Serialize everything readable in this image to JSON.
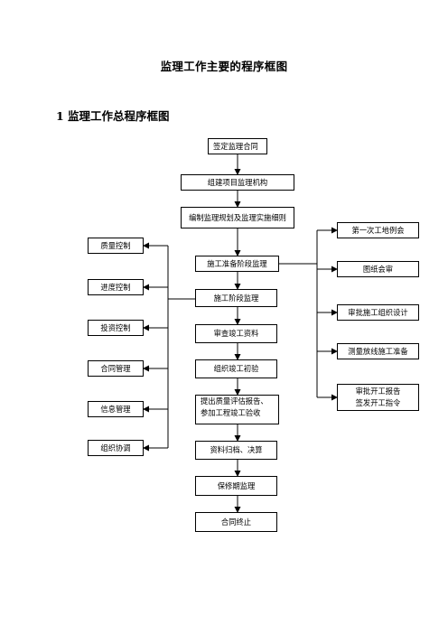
{
  "document": {
    "title": "监理工作主要的程序框图",
    "section_heading": "1 监理工作总程序框图"
  },
  "flowchart": {
    "main_steps": [
      "签定监理合同",
      "组建项目监理机构",
      "编制监理规划及监理实施细则",
      "施工准备阶段监理",
      "施工阶段监理",
      "审查竣工资料",
      "组织竣工初验",
      "提出质量评估报告、",
      "参加工程竣工验收",
      "资料归档、决算",
      "保修期监理",
      "合同终止"
    ],
    "control_items": [
      "质量控制",
      "进度控制",
      "投资控制",
      "合同管理",
      "信息管理",
      "组织协调"
    ],
    "preparation_items": [
      "第一次工地例会",
      "图纸会审",
      "审批施工组织设计",
      "测量放线施工准备",
      "审批开工报告",
      "签发开工指令"
    ]
  }
}
